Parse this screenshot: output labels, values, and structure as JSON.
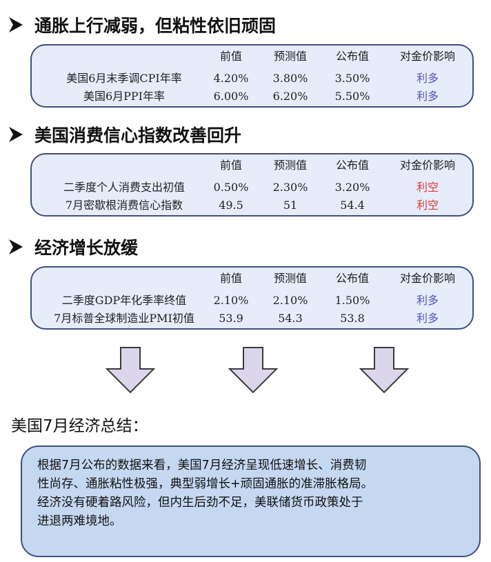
{
  "columns": {
    "prev": "前值",
    "forecast": "预测值",
    "actual": "公布值",
    "effect": "对金价影响"
  },
  "colors": {
    "bullish": "#5555bb",
    "bearish": "#dd3a3a",
    "box_fill": "#e6ecfa",
    "box_border": "#3f4f78",
    "summary_fill": "#c5d8f1",
    "arrow_fill": "#dcd6ec"
  },
  "sections": [
    {
      "title": "通胀上行减弱，但粘性依旧顽固",
      "rows": [
        {
          "name": "美国6月末季调CPI年率",
          "prev": "4.20%",
          "forecast": "3.80%",
          "actual": "3.50%",
          "effect": "利多"
        },
        {
          "name": "美国6月PPI年率",
          "prev": "6.00%",
          "forecast": "6.20%",
          "actual": "5.50%",
          "effect": "利多"
        }
      ]
    },
    {
      "title": "美国消费信心指数改善回升",
      "rows": [
        {
          "name": "二季度个人消费支出初值",
          "prev": "0.50%",
          "forecast": "2.30%",
          "actual": "3.20%",
          "effect": "利空"
        },
        {
          "name": "7月密歇根消费信心指数",
          "prev": "49.5",
          "forecast": "51",
          "actual": "54.4",
          "effect": "利空"
        }
      ]
    },
    {
      "title": "经济增长放缓",
      "rows": [
        {
          "name": "二季度GDP年化季率终值",
          "prev": "2.10%",
          "forecast": "2.10%",
          "actual": "1.50%",
          "effect": "利多"
        },
        {
          "name": "7月标普全球制造业PMI初值",
          "prev": "53.9",
          "forecast": "54.3",
          "actual": "53.8",
          "effect": "利多"
        }
      ]
    }
  ],
  "summary": {
    "title": "美国7月经济总结：",
    "lines": [
      "根据7月公布的数据来看，美国7月经济呈现低速增长、消费韧",
      "性尚存、通胀粘性极强，典型弱增长+顽固通胀的准滞胀格局。",
      "经济没有硬着路风险，但内生后劲不足，美联储货币政策处于",
      "进退两难境地。"
    ]
  }
}
